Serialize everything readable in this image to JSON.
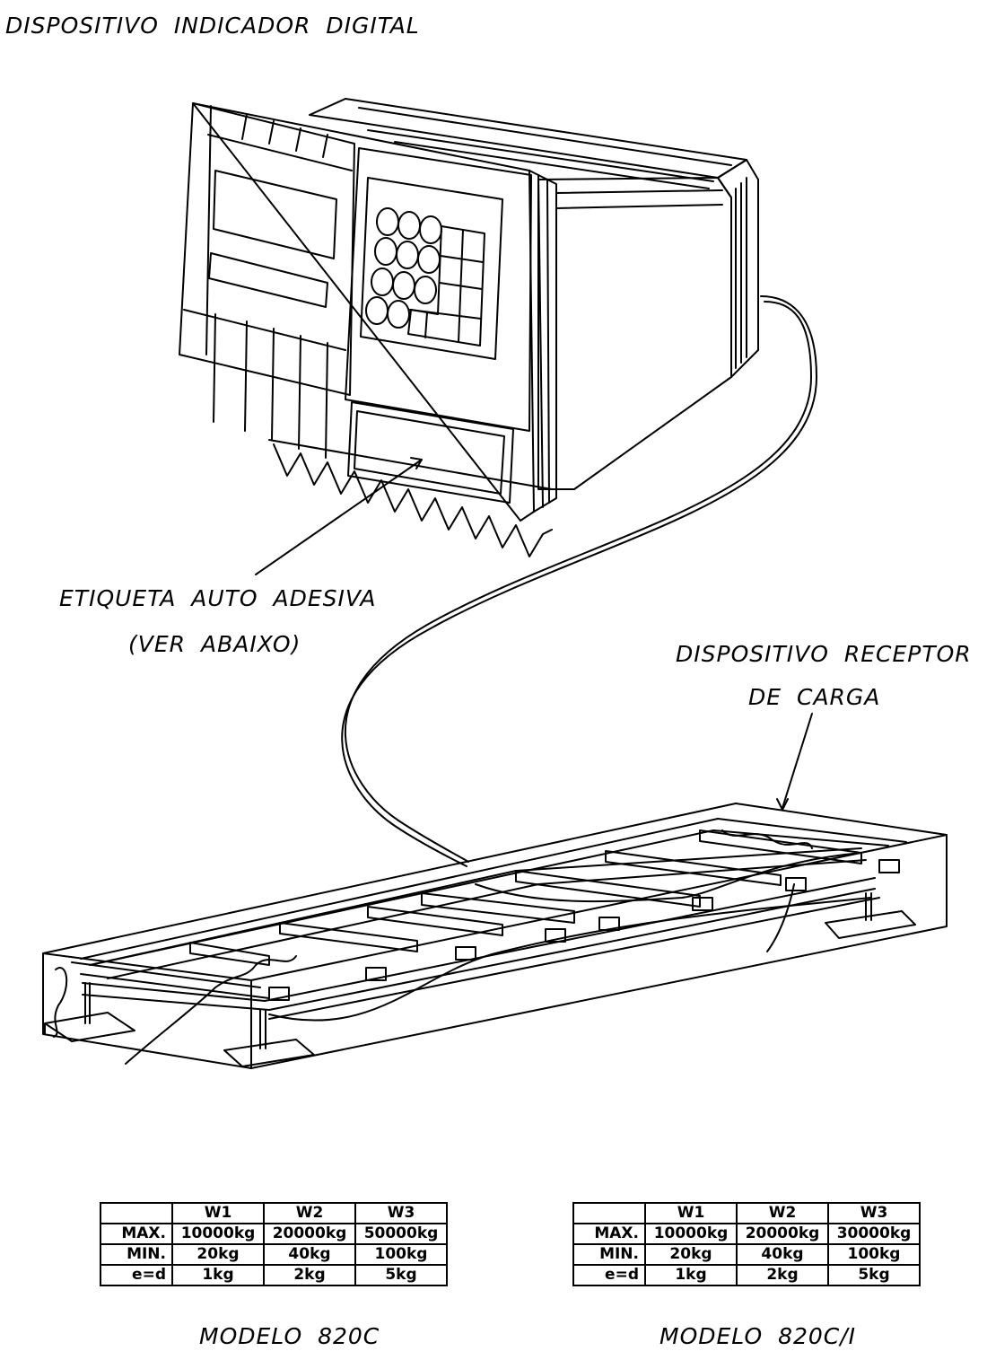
{
  "labels": {
    "indicator": "DISPOSITIVO INDICADOR DIGITAL",
    "sticker_line1": "ETIQUETA AUTO ADESIVA",
    "sticker_line2": "(VER ABAIXO)",
    "receptor_line1": "DISPOSITIVO RECEPTOR",
    "receptor_line2": "DE CARGA"
  },
  "models": [
    {
      "name": "MODELO 820C",
      "headers": [
        "",
        "W1",
        "W2",
        "W3"
      ],
      "rows": [
        [
          "MAX.",
          "10000kg",
          "20000kg",
          "50000kg"
        ],
        [
          "MIN.",
          "20kg",
          "40kg",
          "100kg"
        ],
        [
          "e=d",
          "1kg",
          "2kg",
          "5kg"
        ]
      ]
    },
    {
      "name": "MODELO 820C/I",
      "headers": [
        "",
        "W1",
        "W2",
        "W3"
      ],
      "rows": [
        [
          "MAX.",
          "10000kg",
          "20000kg",
          "30000kg"
        ],
        [
          "MIN.",
          "20kg",
          "40kg",
          "100kg"
        ],
        [
          "e=d",
          "1kg",
          "2kg",
          "5kg"
        ]
      ]
    }
  ]
}
